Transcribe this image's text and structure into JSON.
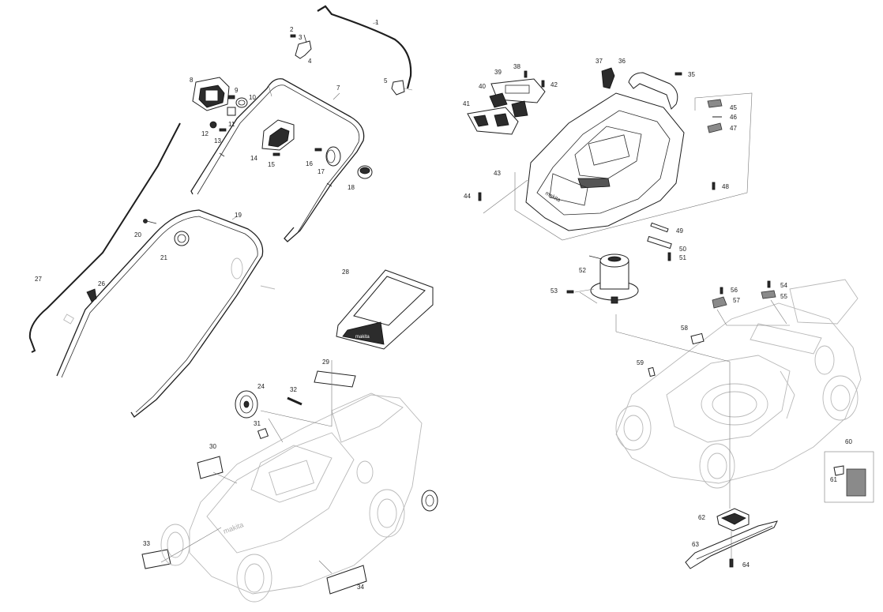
{
  "callouts": [
    {
      "n": "1"
    },
    {
      "n": "2"
    },
    {
      "n": "3"
    },
    {
      "n": "4"
    },
    {
      "n": "5"
    },
    {
      "n": "7"
    },
    {
      "n": "8"
    },
    {
      "n": "9"
    },
    {
      "n": "10"
    },
    {
      "n": "11"
    },
    {
      "n": "12"
    },
    {
      "n": "13"
    },
    {
      "n": "14"
    },
    {
      "n": "15"
    },
    {
      "n": "16"
    },
    {
      "n": "17"
    },
    {
      "n": "18"
    },
    {
      "n": "19"
    },
    {
      "n": "20"
    },
    {
      "n": "21"
    },
    {
      "n": "24"
    },
    {
      "n": "26"
    },
    {
      "n": "27"
    },
    {
      "n": "28"
    },
    {
      "n": "29"
    },
    {
      "n": "30"
    },
    {
      "n": "31"
    },
    {
      "n": "32"
    },
    {
      "n": "33"
    },
    {
      "n": "34"
    },
    {
      "n": "35"
    },
    {
      "n": "36"
    },
    {
      "n": "37"
    },
    {
      "n": "38"
    },
    {
      "n": "39"
    },
    {
      "n": "40"
    },
    {
      "n": "41"
    },
    {
      "n": "42"
    },
    {
      "n": "43"
    },
    {
      "n": "44"
    },
    {
      "n": "45"
    },
    {
      "n": "46"
    },
    {
      "n": "47"
    },
    {
      "n": "48"
    },
    {
      "n": "49"
    },
    {
      "n": "50"
    },
    {
      "n": "51"
    },
    {
      "n": "52"
    },
    {
      "n": "53"
    },
    {
      "n": "54"
    },
    {
      "n": "55"
    },
    {
      "n": "56"
    },
    {
      "n": "57"
    },
    {
      "n": "58"
    },
    {
      "n": "59"
    },
    {
      "n": "60"
    },
    {
      "n": "61"
    },
    {
      "n": "62"
    },
    {
      "n": "63"
    },
    {
      "n": "64"
    }
  ],
  "brand_marks": [
    "makita",
    "makita",
    "makita"
  ]
}
